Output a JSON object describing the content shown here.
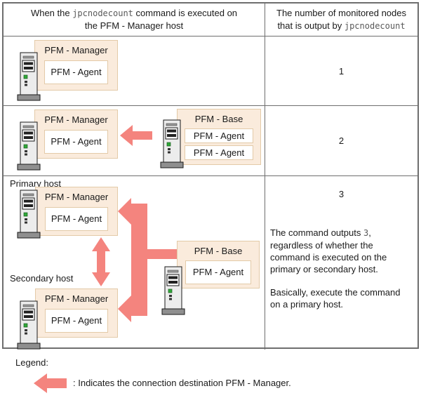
{
  "colors": {
    "arrow": "#f4847e",
    "box_fill": "#faebdc",
    "box_border": "#e3caa8",
    "table_border": "#6e6e6e"
  },
  "header": {
    "col1": {
      "pre": "When the ",
      "code": "jpcnodecount",
      "post": " command is executed on the PFM - Manager host"
    },
    "col2": {
      "pre": "The number of monitored nodes that is output by ",
      "code": "jpcnodecount"
    }
  },
  "labels": {
    "pfm_manager": "PFM - Manager",
    "pfm_agent": "PFM - Agent",
    "pfm_base": "PFM - Base",
    "primary_host": "Primary host",
    "secondary_host": "Secondary host"
  },
  "rows": {
    "row1": {
      "count": "1"
    },
    "row2": {
      "count": "2"
    },
    "row3": {
      "count": "3",
      "note1_pre": "The command outputs ",
      "note1_code": "3",
      "note1_post": ", regardless of whether the command is executed on the primary or secondary host.",
      "note2": "Basically, execute the command on a primary host."
    }
  },
  "legend": {
    "title": "Legend:",
    "arrow_desc": ": Indicates the connection destination PFM - Manager."
  }
}
